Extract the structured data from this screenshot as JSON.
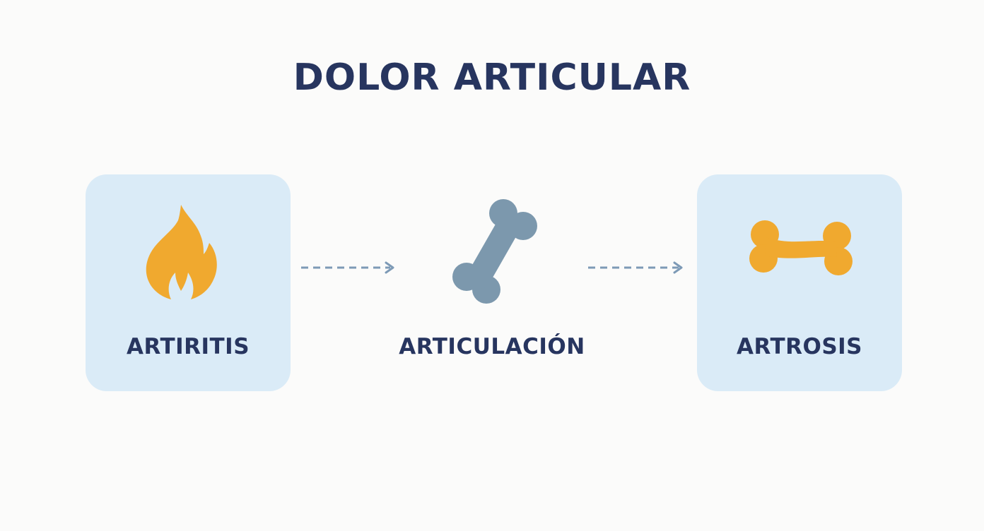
{
  "title": "DOLOR ARTICULAR",
  "colors": {
    "background": "#fbfbfa",
    "title_text": "#27355f",
    "card_fill": "#daebf7",
    "flame": "#f0a92f",
    "bone_center": "#7c98ad",
    "bone_right": "#f0a92f",
    "arrow": "#7d9ab6"
  },
  "nodes": [
    {
      "label": "ARTIRITIS",
      "icon": "flame-icon",
      "boxed": true
    },
    {
      "label": "ARTICULACIÓN",
      "icon": "bone-icon",
      "boxed": false
    },
    {
      "label": "ARTROSIS",
      "icon": "bone-icon",
      "boxed": true
    }
  ],
  "connectors": [
    {
      "from": "ARTIRITIS",
      "to": "ARTICULACIÓN",
      "style": "dashed-arrow"
    },
    {
      "from": "ARTICULACIÓN",
      "to": "ARTROSIS",
      "style": "dashed-arrow"
    }
  ]
}
